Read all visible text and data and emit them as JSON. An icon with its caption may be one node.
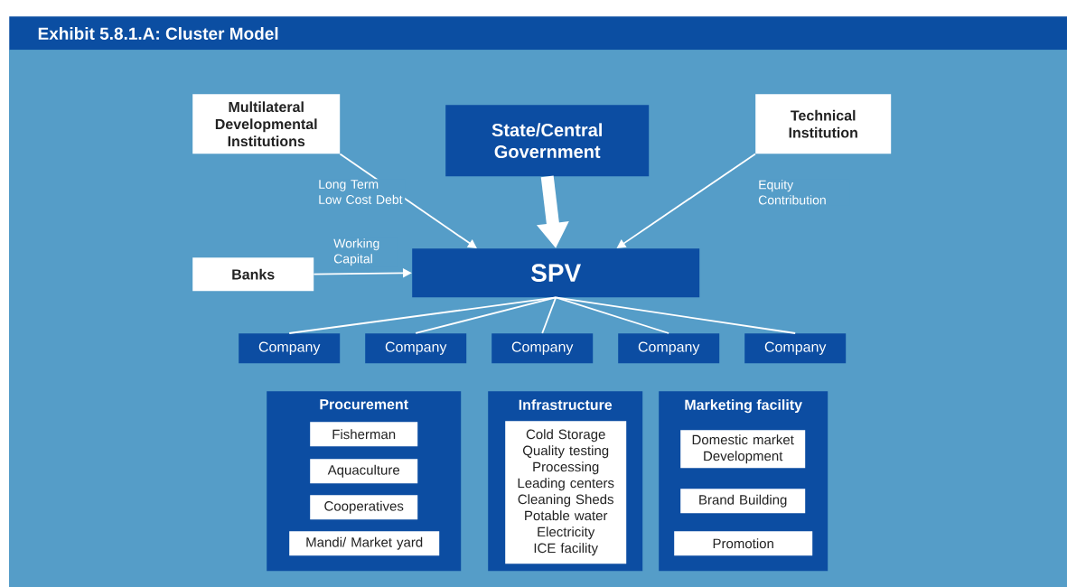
{
  "diagram": {
    "title": "Exhibit 5.8.1.A: Cluster Model",
    "nodes": [
      {
        "text": [
          "Multilateral Developmental Institutions"
        ]
      },
      {
        "text": [
          "State/Central Government"
        ]
      },
      {
        "text": [
          "Technical Institution"
        ]
      },
      {
        "text": [
          "Banks"
        ]
      },
      {
        "text": [
          "SPV"
        ]
      },
      {
        "text": [
          "Company"
        ]
      },
      {
        "text": [
          "Company"
        ]
      },
      {
        "text": [
          "Company"
        ]
      },
      {
        "text": [
          "Company"
        ]
      },
      {
        "text": [
          "Company"
        ]
      },
      {
        "text": [
          "Procurement"
        ]
      },
      {
        "text": [
          "Fisherman"
        ],
        "in": 10
      },
      {
        "text": [
          "Aquaculture"
        ],
        "in": 10
      },
      {
        "text": [
          "Cooperatives"
        ],
        "in": 10
      },
      {
        "text": [
          "Mandi/ Market yard"
        ],
        "in": 10
      },
      {
        "text": [
          "Infrastructure"
        ]
      },
      {
        "text": [
          "Cold Storage",
          "Quality testing",
          "Processing",
          "Leading centers",
          "Cleaning Sheds",
          "Potable water",
          "Electricity",
          "ICE facility"
        ],
        "in": 15
      },
      {
        "text": [
          "Marketing facility"
        ]
      },
      {
        "text": [
          "Domestic market Development"
        ],
        "in": 17
      },
      {
        "text": [
          "Brand Building"
        ],
        "in": 17
      },
      {
        "text": [
          "Promotion"
        ],
        "in": 17
      }
    ],
    "edges": [
      {
        "from": 0,
        "to": 4,
        "arrow": "to",
        "label": "Long Term Low Cost Debt"
      },
      {
        "from": 1,
        "to": 4,
        "arrow": "to",
        "style": "thick"
      },
      {
        "from": 2,
        "to": 4,
        "arrow": "to",
        "label": "Equity Contribution"
      },
      {
        "from": 3,
        "to": 4,
        "arrow": "to",
        "label": "Working Capital"
      },
      {
        "from": 4,
        "to": 5,
        "arrow": "none"
      },
      {
        "from": 4,
        "to": 6,
        "arrow": "none"
      },
      {
        "from": 4,
        "to": 7,
        "arrow": "none"
      },
      {
        "from": 4,
        "to": 8,
        "arrow": "none"
      },
      {
        "from": 4,
        "to": 9,
        "arrow": "none"
      }
    ]
  }
}
